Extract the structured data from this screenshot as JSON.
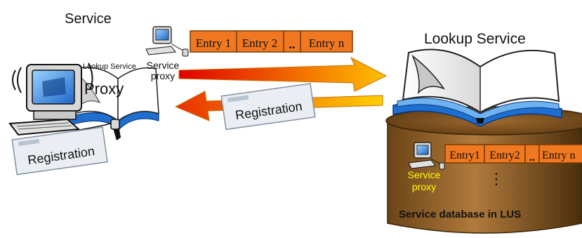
{
  "labels": {
    "service": "Service",
    "lookup_service": "Lookup Service",
    "small_lookup_service": "Lookup Service",
    "proxy": "Proxy",
    "service_proxy_top_1": "Service",
    "service_proxy_top_2": "proxy",
    "service_proxy_db_1": "Service",
    "service_proxy_db_2": "proxy",
    "registration_left": "Registration",
    "registration_mid": "Registration",
    "database_caption": "Service database in LUS",
    "vertical_dots": "⋮"
  },
  "top_entries": [
    "Entry 1",
    "Entry 2",
    "..",
    "Entry n"
  ],
  "db_entries": [
    "Entry1",
    "Entry2",
    "..",
    "Entry n"
  ],
  "colors": {
    "entry_fill": "#F07820",
    "database_dark": "#5C3A12",
    "database_light": "#B07A3C",
    "service_proxy_db_text": "#FFFF00",
    "arrow_right_start": "#E00000",
    "arrow_right_end": "#FFC000",
    "arrow_left_start": "#FFD000",
    "arrow_left_end": "#E83000"
  }
}
